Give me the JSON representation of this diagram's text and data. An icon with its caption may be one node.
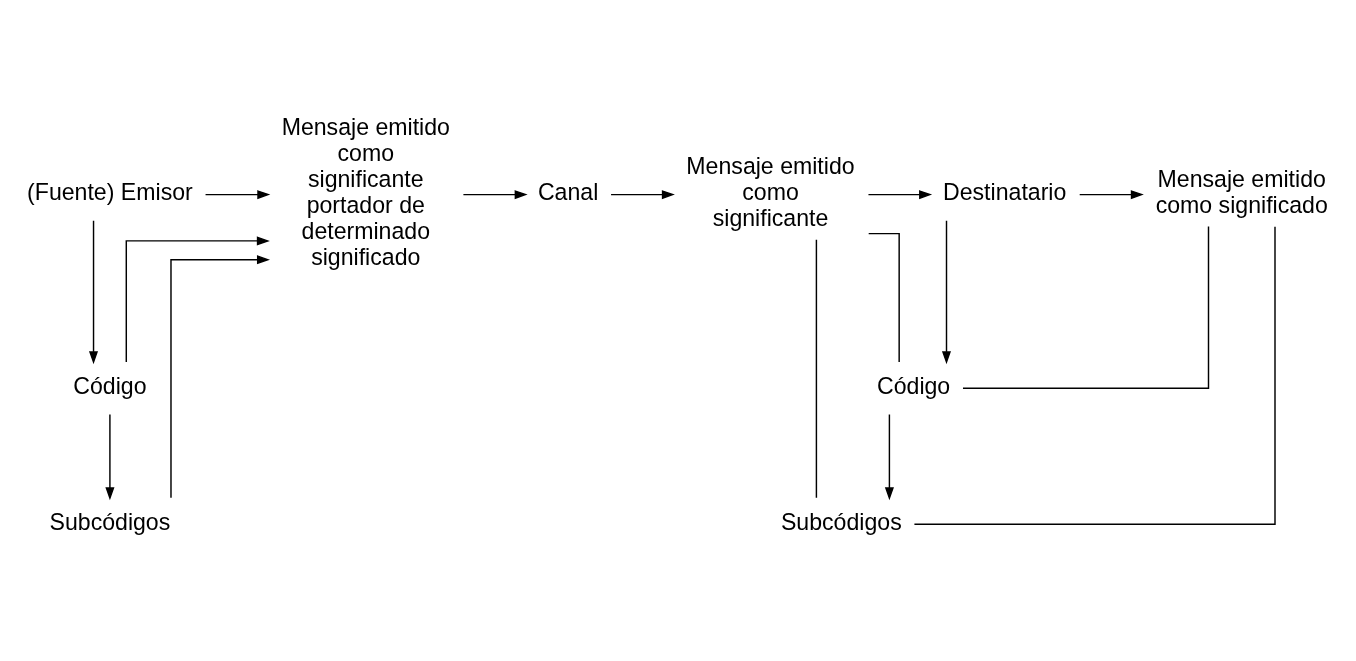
{
  "diagram": {
    "nodes": [
      {
        "text": [
          "(Fuente) Emisor"
        ]
      },
      {
        "text": [
          "Mensaje emitido como significante portador de determinado significado"
        ]
      },
      {
        "text": [
          "Canal"
        ]
      },
      {
        "text": [
          "Mensaje emitido como significante"
        ]
      },
      {
        "text": [
          "Destinatario"
        ]
      },
      {
        "text": [
          "Mensaje emitido como significado"
        ]
      },
      {
        "text": [
          "Código"
        ]
      },
      {
        "text": [
          "Subcódigos"
        ]
      },
      {
        "text": [
          "Código"
        ]
      },
      {
        "text": [
          "Subcódigos"
        ]
      }
    ],
    "edges": [
      {
        "from": 0,
        "to": 1,
        "arrow": "to"
      },
      {
        "from": 1,
        "to": 2,
        "arrow": "to"
      },
      {
        "from": 2,
        "to": 3,
        "arrow": "to"
      },
      {
        "from": 3,
        "to": 4,
        "arrow": "to"
      },
      {
        "from": 4,
        "to": 5,
        "arrow": "to"
      },
      {
        "from": 0,
        "to": 6,
        "arrow": "to"
      },
      {
        "from": 6,
        "to": 7,
        "arrow": "to"
      },
      {
        "from": 6,
        "to": 1,
        "arrow": "to"
      },
      {
        "from": 7,
        "to": 1,
        "arrow": "to"
      },
      {
        "from": 4,
        "to": 8,
        "arrow": "to"
      },
      {
        "from": 8,
        "to": 9,
        "arrow": "to"
      },
      {
        "from": 3,
        "to": 8,
        "arrow": "none"
      },
      {
        "from": 3,
        "to": 9,
        "arrow": "none"
      },
      {
        "from": 8,
        "to": 5,
        "arrow": "none"
      },
      {
        "from": 9,
        "to": 5,
        "arrow": "none"
      }
    ]
  }
}
